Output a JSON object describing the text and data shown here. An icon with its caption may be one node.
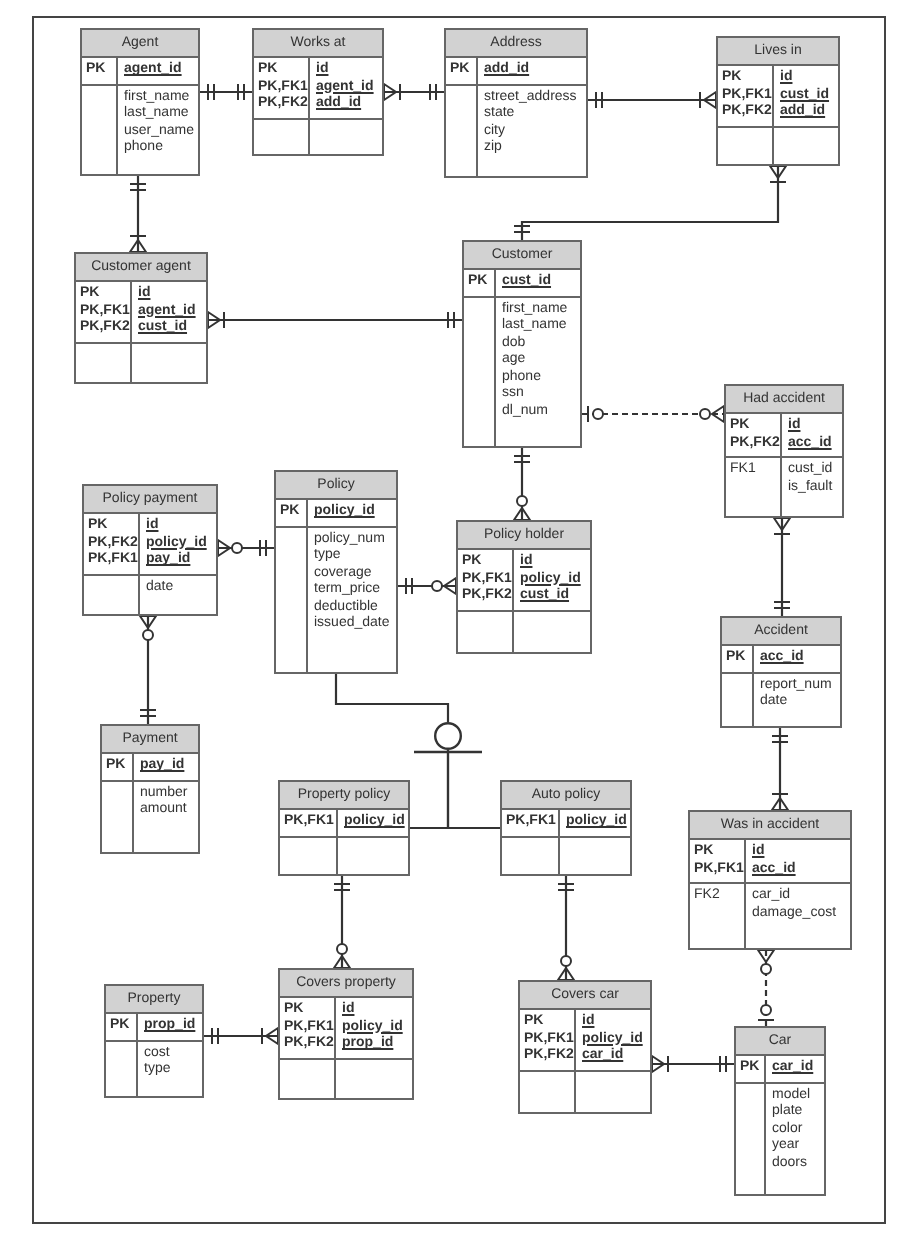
{
  "diagram": {
    "nodes": [
      {
        "text": [
          "Agent",
          "PK",
          "agent_id",
          "first_name last_name user_name phone"
        ]
      },
      {
        "text": [
          "Works at",
          "PK PK,FK1 PK,FK2",
          "id agent_id add_id"
        ]
      },
      {
        "text": [
          "Address",
          "PK",
          "add_id",
          "street_address state city zip"
        ]
      },
      {
        "text": [
          "Lives in",
          "PK PK,FK1 PK,FK2",
          "id cust_id add_id"
        ]
      },
      {
        "text": [
          "Customer agent",
          "PK PK,FK1 PK,FK2",
          "id agent_id cust_id"
        ]
      },
      {
        "text": [
          "Customer",
          "PK",
          "cust_id",
          "first_name last_name dob age phone ssn dl_num"
        ]
      },
      {
        "text": [
          "Had accident",
          "PK PK,FK2",
          "id acc_id",
          "FK1",
          "cust_id is_fault"
        ]
      },
      {
        "text": [
          "Policy payment",
          "PK PK,FK2 PK,FK1",
          "id policy_id pay_id",
          "date"
        ]
      },
      {
        "text": [
          "Policy",
          "PK",
          "policy_id",
          "policy_num type coverage term_price deductible issued_date"
        ]
      },
      {
        "text": [
          "Policy holder",
          "PK PK,FK1 PK,FK2",
          "id policy_id cust_id"
        ]
      },
      {
        "text": [
          "Accident",
          "PK",
          "acc_id",
          "report_num date"
        ]
      },
      {
        "text": [
          "Payment",
          "PK",
          "pay_id",
          "number amount"
        ]
      },
      {
        "text": [
          "Property policy",
          "PK,FK1",
          "policy_id"
        ]
      },
      {
        "text": [
          "Auto policy",
          "PK,FK1",
          "policy_id"
        ]
      },
      {
        "text": [
          "Was in accident",
          "PK PK,FK1",
          "id acc_id",
          "FK2",
          "car_id damage_cost"
        ]
      },
      {
        "text": [
          "Property",
          "PK",
          "prop_id",
          "cost type"
        ]
      },
      {
        "text": [
          "Covers property",
          "PK PK,FK1 PK,FK2",
          "id policy_id prop_id"
        ]
      },
      {
        "text": [
          "Covers car",
          "PK PK,FK1 PK,FK2",
          "id policy_id car_id"
        ]
      },
      {
        "text": [
          "Car",
          "PK",
          "car_id",
          "model plate color year doors"
        ]
      },
      {
        "text": [],
        "shape": "circle"
      }
    ],
    "edges": [
      {
        "from": 0,
        "to": 1,
        "arrow": "other"
      },
      {
        "from": 1,
        "to": 2,
        "arrow": "other"
      },
      {
        "from": 2,
        "to": 3,
        "arrow": "other"
      },
      {
        "from": 3,
        "to": 5,
        "arrow": "other"
      },
      {
        "from": 0,
        "to": 4,
        "arrow": "other"
      },
      {
        "from": 4,
        "to": 5,
        "arrow": "other"
      },
      {
        "from": 5,
        "to": 6,
        "arrow": "other",
        "style": "dashed"
      },
      {
        "from": 5,
        "to": 9,
        "arrow": "other"
      },
      {
        "from": 6,
        "to": 10,
        "arrow": "other"
      },
      {
        "from": 7,
        "to": 8,
        "arrow": "other"
      },
      {
        "from": 8,
        "to": 9,
        "arrow": "other"
      },
      {
        "from": 7,
        "to": 11,
        "arrow": "other"
      },
      {
        "from": 10,
        "to": 14,
        "arrow": "other"
      },
      {
        "from": 8,
        "to": 19,
        "arrow": "none"
      },
      {
        "from": 19,
        "to": 12,
        "arrow": "none"
      },
      {
        "from": 19,
        "to": 13,
        "arrow": "none"
      },
      {
        "from": 12,
        "to": 16,
        "arrow": "other"
      },
      {
        "from": 13,
        "to": 17,
        "arrow": "other"
      },
      {
        "from": 14,
        "to": 18,
        "arrow": "other",
        "style": "dashed"
      },
      {
        "from": 15,
        "to": 16,
        "arrow": "other"
      },
      {
        "from": 17,
        "to": 18,
        "arrow": "other"
      }
    ]
  }
}
